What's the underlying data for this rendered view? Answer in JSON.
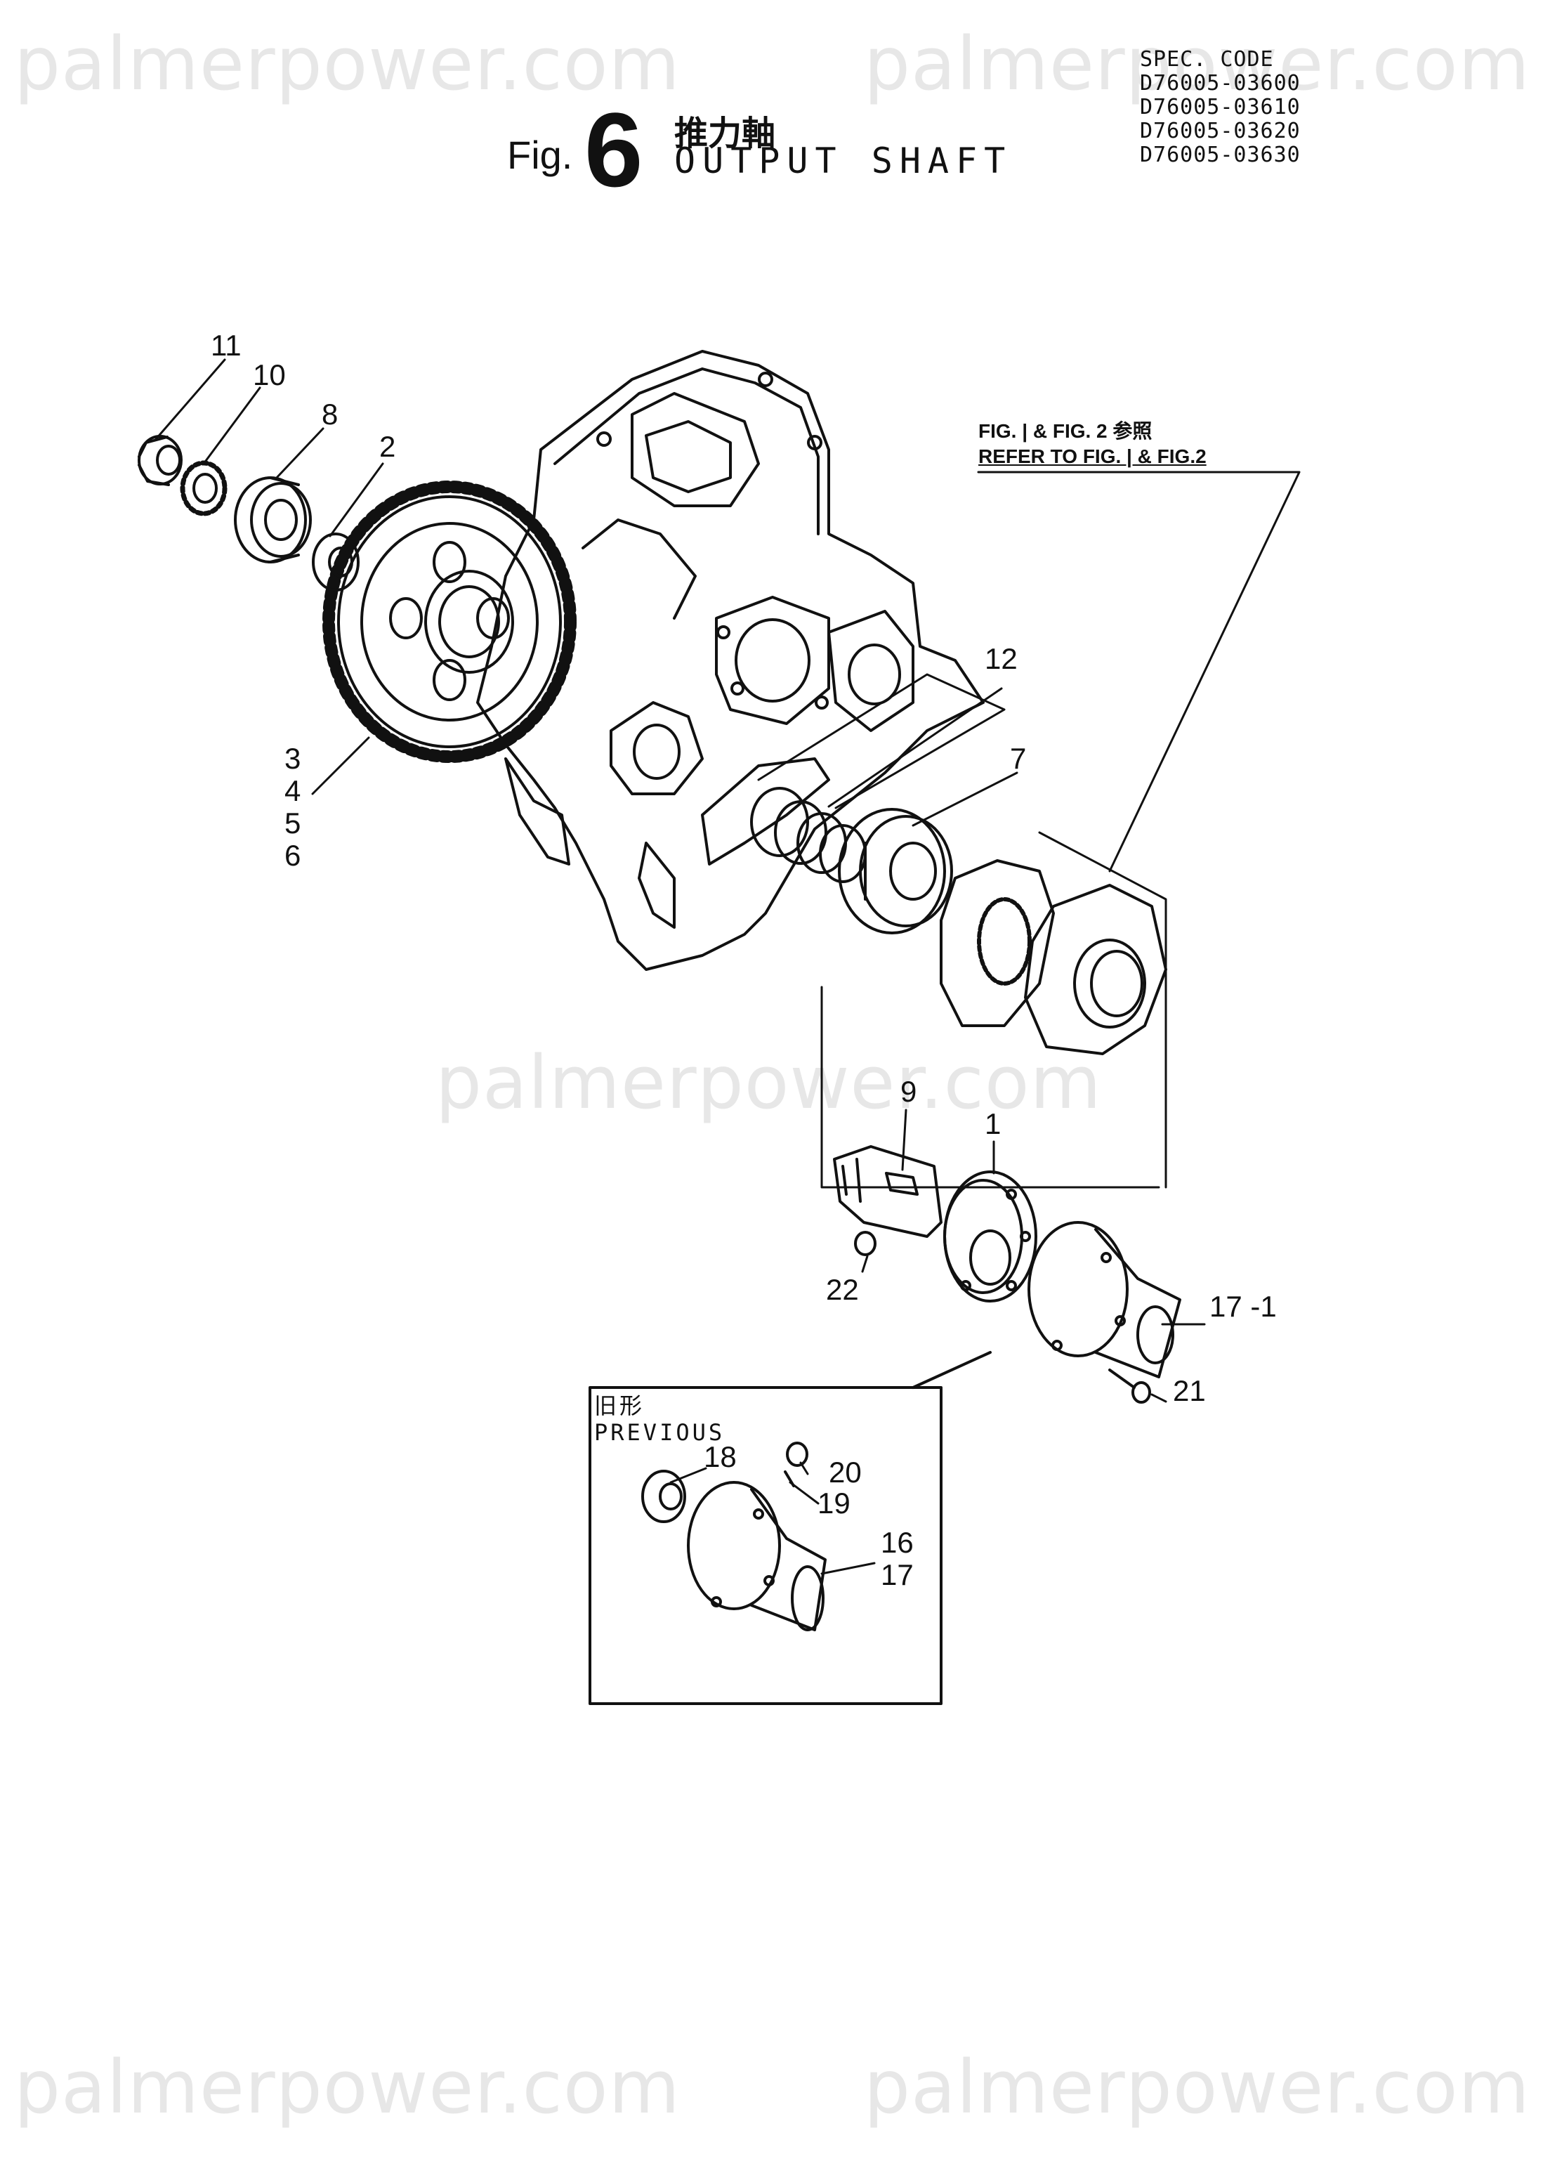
{
  "watermarks": [
    "palmerpower.com",
    "palmerpower.com",
    "palmerpower.com",
    "palmerpower.com",
    "palmerpower.com"
  ],
  "header": {
    "fig_prefix": "Fig.",
    "fig_number": "6",
    "title_jp": "推力軸",
    "title_en": "OUTPUT SHAFT"
  },
  "spec_code": {
    "label": "SPEC. CODE",
    "codes": [
      "D76005-03600",
      "D76005-03610",
      "D76005-03620",
      "D76005-03630"
    ]
  },
  "reference_note": {
    "line1": "FIG. | & FIG. 2 参照",
    "line2": "REFER TO FIG. | & FIG.2"
  },
  "previous_inset": {
    "label_jp": "旧形",
    "label_en": "PREVIOUS"
  },
  "callouts": {
    "c11": "11",
    "c10": "10",
    "c8": "8",
    "c2": "2",
    "c3": "3",
    "c4": "4",
    "c5": "5",
    "c6": "6",
    "c12": "12",
    "c7": "7",
    "c9": "9",
    "c1": "1",
    "c22": "22",
    "c17_1": "17 -1",
    "c21": "21",
    "c18": "18",
    "c20": "20",
    "c19": "19",
    "c16": "16",
    "c17": "17"
  }
}
